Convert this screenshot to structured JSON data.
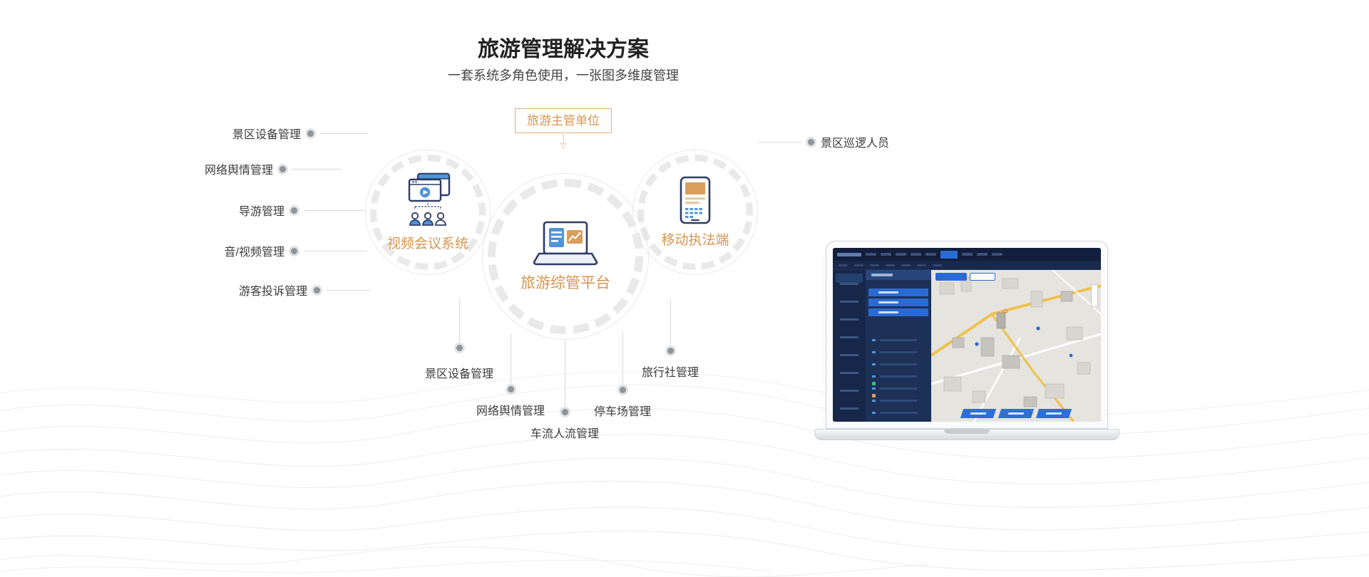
{
  "page": {
    "title": "旅游管理解决方案",
    "subtitle": "一套系统多角色使用，一张图多维度管理"
  },
  "diagram": {
    "authority_box": "旅游主管单位",
    "arrow_glyph": "▽",
    "nodes": [
      {
        "label": "视频会议系统",
        "icon": "video-conference-icon"
      },
      {
        "label": "旅游综管平台",
        "icon": "laptop-platform-icon"
      },
      {
        "label": "移动执法端",
        "icon": "mobile-enforcement-icon"
      }
    ],
    "left_labels": [
      "景区设备管理",
      "网络舆情管理",
      "导游管理",
      "音/视频管理",
      "游客投诉管理"
    ],
    "right_labels": [
      "景区巡逻人员"
    ],
    "bottom_labels": [
      "景区设备管理",
      "网络舆情管理",
      "车流人流管理",
      "停车场管理",
      "旅行社管理"
    ]
  },
  "laptop": {
    "screen_preview": "tourism-dashboard-3d-map"
  },
  "colors": {
    "accent_orange": "#D7954E",
    "accent_border": "#E5B07A",
    "icon_navy": "#2E3D66",
    "icon_blue": "#4E95D9",
    "icon_orange": "#D99E5C",
    "line_gray": "#D8D8D8",
    "dashboard_navy": "#16274A",
    "dashboard_blue": "#2A6AD4",
    "map_yellow": "#EFC14E"
  }
}
